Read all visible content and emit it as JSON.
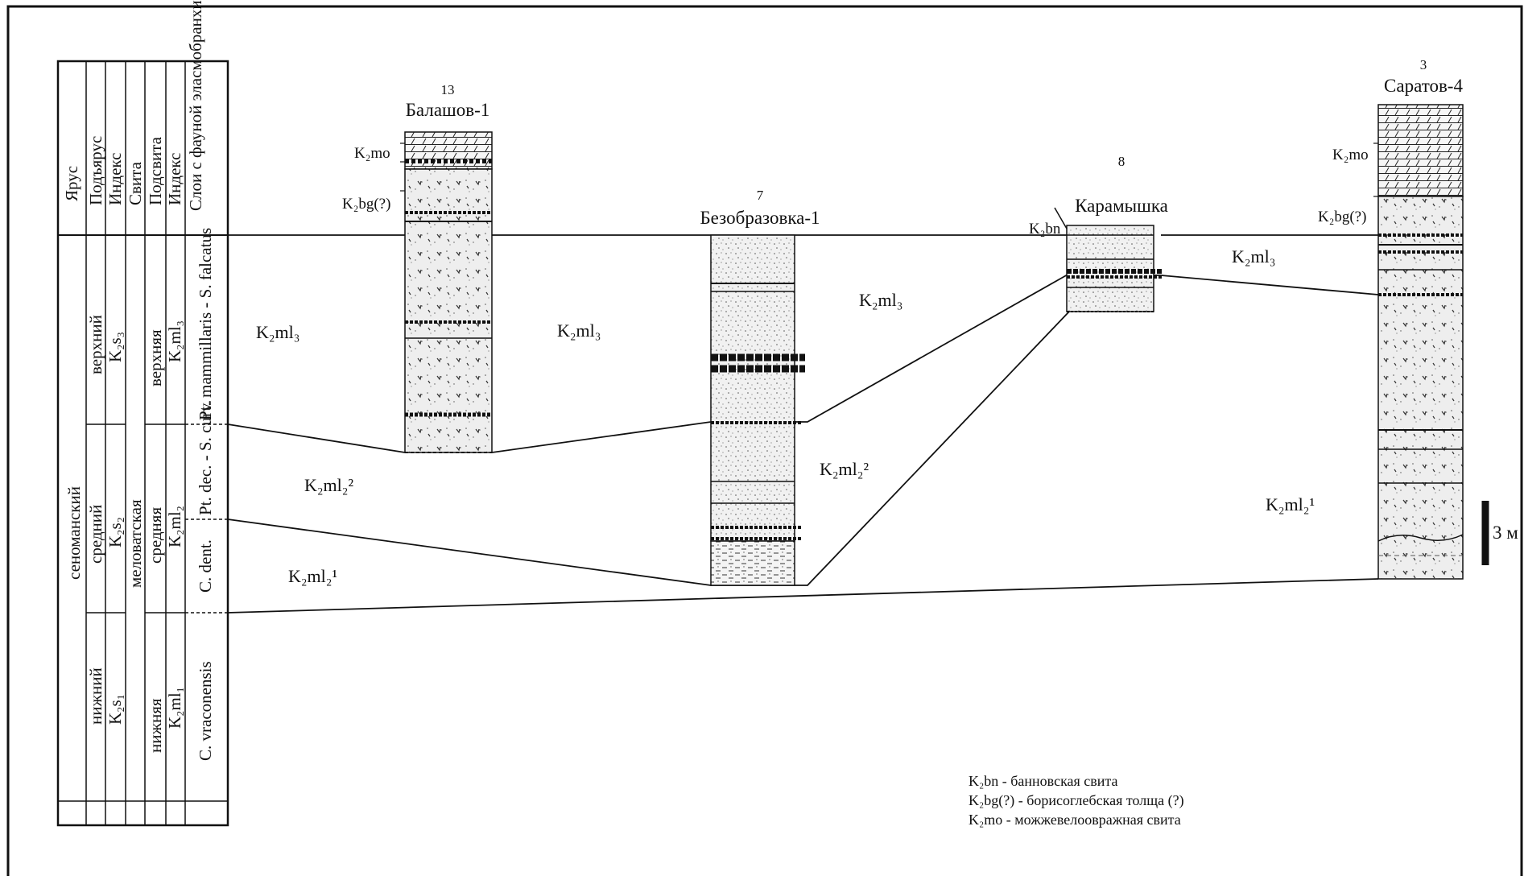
{
  "table": {
    "headers": [
      "Ярус",
      "Подъярус",
      "Индекс",
      "Свита",
      "Подсвита",
      "Индекс",
      "Слои с фауной эласмобранхий"
    ],
    "stage": "сеноманский",
    "substages": [
      "верхний",
      "средний",
      "нижний"
    ],
    "substage_indices": [
      "K₂s₃",
      "K₂s₂",
      "K₂s₁"
    ],
    "formation": "меловатская",
    "subformations": [
      "верхняя",
      "средняя",
      "нижняя"
    ],
    "subformation_indices": [
      "K₂ml₃",
      "K₂ml₂",
      "K₂ml₁"
    ],
    "fauna_layers": [
      "Pt. mammillaris - S. falcatus",
      "Pt. dec. - S. curv.",
      "C. dent.",
      "C. vraconensis"
    ]
  },
  "sections": [
    {
      "number": "13",
      "name": "Балашов-1",
      "labels": [
        "K₂mo",
        "K₂bg(?)"
      ]
    },
    {
      "number": "7",
      "name": "Безобразовка-1",
      "labels": []
    },
    {
      "number": "8",
      "name": "Карамышка",
      "labels": [
        "K₂bn"
      ]
    },
    {
      "number": "3",
      "name": "Саратов-4",
      "labels": [
        "K₂mo",
        "K₂bg(?)"
      ]
    }
  ],
  "units": {
    "ml3": [
      "K₂ml₃",
      "K₂ml₃",
      "K₂ml₃",
      "K₂ml₃"
    ],
    "ml2_2": [
      "K₂ml₂²",
      "K₂ml₂²"
    ],
    "ml2_1": [
      "K₂ml₂¹",
      "K₂ml₂¹"
    ]
  },
  "scale": {
    "label": "3 м"
  },
  "legend": [
    "K₂bn - банновская свита",
    "K₂bg(?) - борисоглебская толща (?)",
    "K₂mo - можжевелоовражная свита"
  ]
}
